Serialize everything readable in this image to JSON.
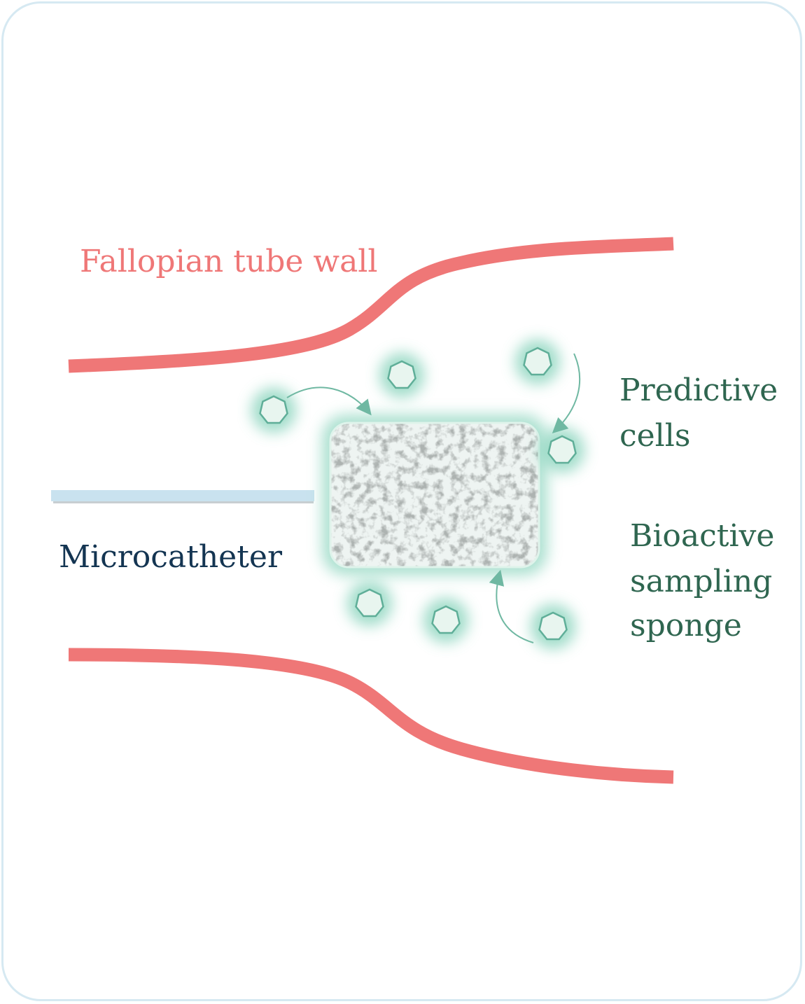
{
  "labels": {
    "tube_wall": "Fallopian tube wall",
    "predictive_line1": "Predictive",
    "predictive_line2": "cells",
    "sponge_line1": "Bioactive",
    "sponge_line2": "sampling",
    "sponge_line3": "sponge",
    "catheter": "Microcatheter"
  },
  "colors": {
    "tube_wall": "#ef7777",
    "catheter": "#c9e2ef",
    "cell_glow": "#8fd6c0",
    "cell_fill": "#e8f5ef",
    "cell_stroke": "#5fae98",
    "arrow": "#6fb8a2",
    "label_green": "#2f6650",
    "label_navy": "#143552",
    "frame": "#d6e9f2"
  },
  "icons": {
    "cell": "heptagon-cell-icon",
    "arrow": "curved-arrow-icon"
  }
}
